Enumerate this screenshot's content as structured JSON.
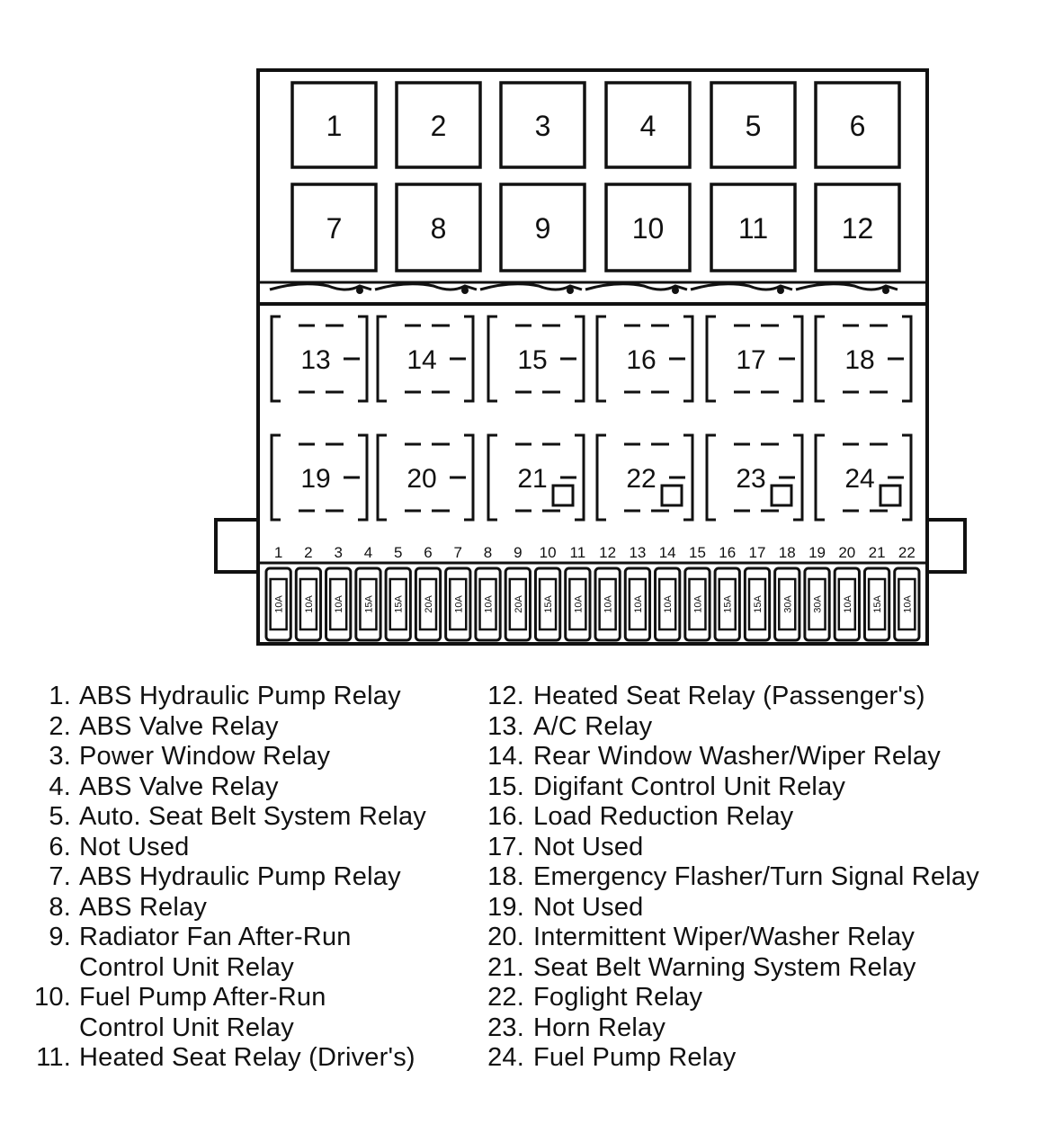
{
  "diagram": {
    "top_relays": [
      "1",
      "2",
      "3",
      "4",
      "5",
      "6",
      "7",
      "8",
      "9",
      "10",
      "11",
      "12"
    ],
    "lower_relays": [
      "13",
      "14",
      "15",
      "16",
      "17",
      "18",
      "19",
      "20",
      "21",
      "22",
      "23",
      "24"
    ],
    "fuse_numbers": [
      "1",
      "2",
      "3",
      "4",
      "5",
      "6",
      "7",
      "8",
      "9",
      "10",
      "11",
      "12",
      "13",
      "14",
      "15",
      "16",
      "17",
      "18",
      "19",
      "20",
      "21",
      "22"
    ],
    "fuse_ratings": [
      "10A",
      "10A",
      "10A",
      "15A",
      "15A",
      "20A",
      "10A",
      "10A",
      "20A",
      "15A",
      "10A",
      "10A",
      "10A",
      "10A",
      "10A",
      "15A",
      "15A",
      "30A",
      "30A",
      "10A",
      "15A",
      "10A"
    ]
  },
  "legend": [
    {
      "num": "1.",
      "lines": [
        "ABS Hydraulic Pump Relay"
      ]
    },
    {
      "num": "2.",
      "lines": [
        "ABS Valve Relay"
      ]
    },
    {
      "num": "3.",
      "lines": [
        "Power Window Relay"
      ]
    },
    {
      "num": "4.",
      "lines": [
        "ABS Valve Relay"
      ]
    },
    {
      "num": "5.",
      "lines": [
        "Auto. Seat Belt System Relay"
      ]
    },
    {
      "num": "6.",
      "lines": [
        "Not Used"
      ]
    },
    {
      "num": "7.",
      "lines": [
        "ABS Hydraulic Pump Relay"
      ]
    },
    {
      "num": "8.",
      "lines": [
        "ABS Relay"
      ]
    },
    {
      "num": "9.",
      "lines": [
        "Radiator Fan After-Run",
        "Control Unit Relay"
      ]
    },
    {
      "num": "10.",
      "lines": [
        "Fuel Pump After-Run",
        "Control Unit Relay"
      ]
    },
    {
      "num": "11.",
      "lines": [
        "Heated Seat Relay (Driver's)"
      ]
    },
    {
      "num": "12.",
      "lines": [
        "Heated Seat Relay (Passenger's)"
      ]
    },
    {
      "num": "13.",
      "lines": [
        "A/C Relay"
      ]
    },
    {
      "num": "14.",
      "lines": [
        "Rear Window Washer/Wiper Relay"
      ]
    },
    {
      "num": "15.",
      "lines": [
        "Digifant Control Unit Relay"
      ]
    },
    {
      "num": "16.",
      "lines": [
        "Load Reduction Relay"
      ]
    },
    {
      "num": "17.",
      "lines": [
        "Not Used"
      ]
    },
    {
      "num": "18.",
      "lines": [
        "Emergency Flasher/Turn Signal Relay"
      ]
    },
    {
      "num": "19.",
      "lines": [
        "Not Used"
      ]
    },
    {
      "num": "20.",
      "lines": [
        "Intermittent Wiper/Washer Relay"
      ]
    },
    {
      "num": "21.",
      "lines": [
        "Seat Belt Warning System Relay"
      ]
    },
    {
      "num": "22.",
      "lines": [
        "Foglight Relay"
      ]
    },
    {
      "num": "23.",
      "lines": [
        "Horn Relay"
      ]
    },
    {
      "num": "24.",
      "lines": [
        "Fuel Pump Relay"
      ]
    }
  ]
}
